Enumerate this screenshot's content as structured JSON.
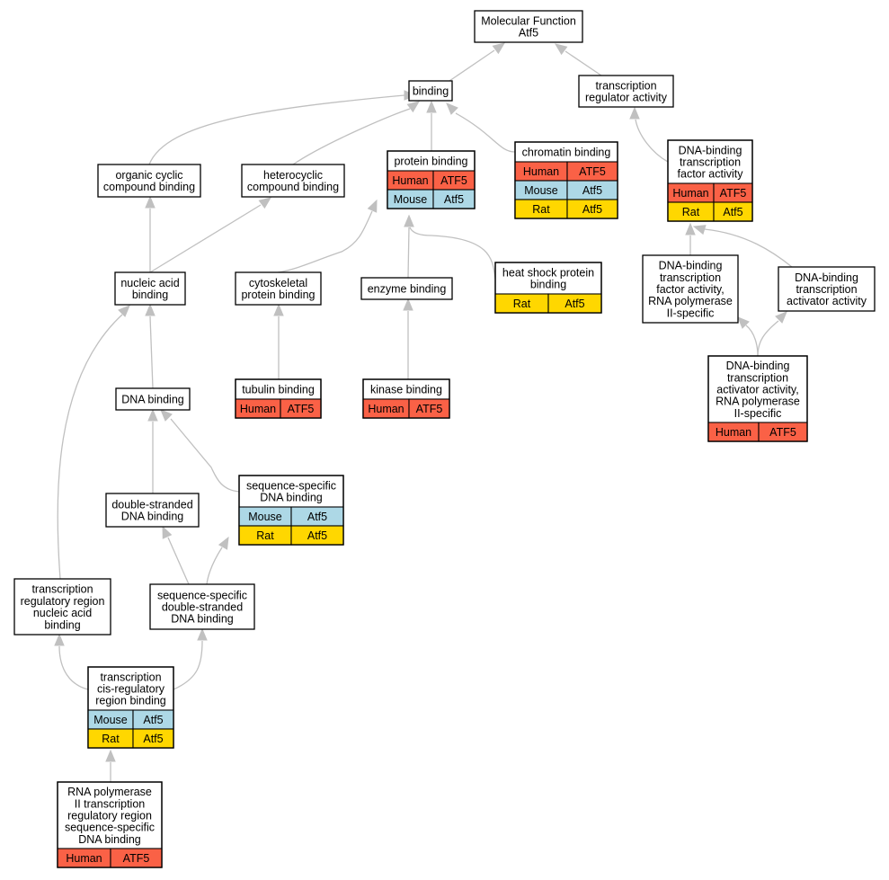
{
  "colors": {
    "Human": "#fa6146",
    "Mouse": "#add8e6",
    "Rat": "#ffd700",
    "edge": "#c0c0c0"
  },
  "nodes": [
    {
      "id": "mf",
      "lines": [
        "Molecular Function",
        "Atf5"
      ],
      "rows": []
    },
    {
      "id": "binding",
      "lines": [
        "binding"
      ],
      "rows": []
    },
    {
      "id": "trans_reg",
      "lines": [
        "transcription",
        "regulator activity"
      ],
      "rows": []
    },
    {
      "id": "chromatin",
      "lines": [
        "chromatin binding"
      ],
      "rows": [
        [
          "Human",
          "ATF5"
        ],
        [
          "Mouse",
          "Atf5"
        ],
        [
          "Rat",
          "Atf5"
        ]
      ]
    },
    {
      "id": "dbtf",
      "lines": [
        "DNA-binding",
        "transcription",
        "factor activity"
      ],
      "rows": [
        [
          "Human",
          "ATF5"
        ],
        [
          "Rat",
          "Atf5"
        ]
      ]
    },
    {
      "id": "org_cyclic",
      "lines": [
        "organic cyclic",
        "compound binding"
      ],
      "rows": []
    },
    {
      "id": "heterocyclic",
      "lines": [
        "heterocyclic",
        "compound binding"
      ],
      "rows": []
    },
    {
      "id": "protein",
      "lines": [
        "protein binding"
      ],
      "rows": [
        [
          "Human",
          "ATF5"
        ],
        [
          "Mouse",
          "Atf5"
        ]
      ]
    },
    {
      "id": "nucleic",
      "lines": [
        "nucleic acid",
        "binding"
      ],
      "rows": []
    },
    {
      "id": "cytoskeletal",
      "lines": [
        "cytoskeletal",
        "protein binding"
      ],
      "rows": []
    },
    {
      "id": "enzyme",
      "lines": [
        "enzyme binding"
      ],
      "rows": []
    },
    {
      "id": "heatshock",
      "lines": [
        "heat shock protein",
        "binding"
      ],
      "rows": [
        [
          "Rat",
          "Atf5"
        ]
      ]
    },
    {
      "id": "dbtf_pol2",
      "lines": [
        "DNA-binding",
        "transcription",
        "factor activity,",
        "RNA polymerase",
        "II-specific"
      ],
      "rows": []
    },
    {
      "id": "dbta",
      "lines": [
        "DNA-binding",
        "transcription",
        "activator activity"
      ],
      "rows": []
    },
    {
      "id": "dna",
      "lines": [
        "DNA binding"
      ],
      "rows": []
    },
    {
      "id": "tubulin",
      "lines": [
        "tubulin binding"
      ],
      "rows": [
        [
          "Human",
          "ATF5"
        ]
      ]
    },
    {
      "id": "kinase",
      "lines": [
        "kinase binding"
      ],
      "rows": [
        [
          "Human",
          "ATF5"
        ]
      ]
    },
    {
      "id": "dbta_pol2",
      "lines": [
        "DNA-binding",
        "transcription",
        "activator activity,",
        "RNA polymerase",
        "II-specific"
      ],
      "rows": [
        [
          "Human",
          "ATF5"
        ]
      ]
    },
    {
      "id": "seqspec",
      "lines": [
        "sequence-specific",
        "DNA binding"
      ],
      "rows": [
        [
          "Mouse",
          "Atf5"
        ],
        [
          "Rat",
          "Atf5"
        ]
      ]
    },
    {
      "id": "dsdna",
      "lines": [
        "double-stranded",
        "DNA binding"
      ],
      "rows": []
    },
    {
      "id": "trr_na",
      "lines": [
        "transcription",
        "regulatory region",
        "nucleic acid",
        "binding"
      ],
      "rows": []
    },
    {
      "id": "ss_dsdna",
      "lines": [
        "sequence-specific",
        "double-stranded",
        "DNA binding"
      ],
      "rows": []
    },
    {
      "id": "cis_reg",
      "lines": [
        "transcription",
        "cis-regulatory",
        "region binding"
      ],
      "rows": [
        [
          "Mouse",
          "Atf5"
        ],
        [
          "Rat",
          "Atf5"
        ]
      ]
    },
    {
      "id": "rnap2",
      "lines": [
        "RNA polymerase",
        "II transcription",
        "regulatory region",
        "sequence-specific",
        "DNA binding"
      ],
      "rows": [
        [
          "Human",
          "ATF5"
        ]
      ]
    }
  ],
  "edges": [
    [
      "binding",
      "mf"
    ],
    [
      "trans_reg",
      "mf"
    ],
    [
      "org_cyclic",
      "binding"
    ],
    [
      "heterocyclic",
      "binding"
    ],
    [
      "protein",
      "binding"
    ],
    [
      "chromatin",
      "binding"
    ],
    [
      "dbtf",
      "trans_reg"
    ],
    [
      "nucleic",
      "org_cyclic"
    ],
    [
      "nucleic",
      "heterocyclic"
    ],
    [
      "cytoskeletal",
      "protein"
    ],
    [
      "enzyme",
      "protein"
    ],
    [
      "heatshock",
      "protein"
    ],
    [
      "dbtf_pol2",
      "dbtf"
    ],
    [
      "dbta",
      "dbtf"
    ],
    [
      "dna",
      "nucleic"
    ],
    [
      "trr_na",
      "nucleic"
    ],
    [
      "tubulin",
      "cytoskeletal"
    ],
    [
      "kinase",
      "enzyme"
    ],
    [
      "dbta_pol2",
      "dbtf_pol2"
    ],
    [
      "dbta_pol2",
      "dbta"
    ],
    [
      "dsdna",
      "dna"
    ],
    [
      "seqspec",
      "dna"
    ],
    [
      "ss_dsdna",
      "dsdna"
    ],
    [
      "ss_dsdna",
      "seqspec"
    ],
    [
      "cis_reg",
      "trr_na"
    ],
    [
      "cis_reg",
      "ss_dsdna"
    ],
    [
      "rnap2",
      "cis_reg"
    ]
  ]
}
